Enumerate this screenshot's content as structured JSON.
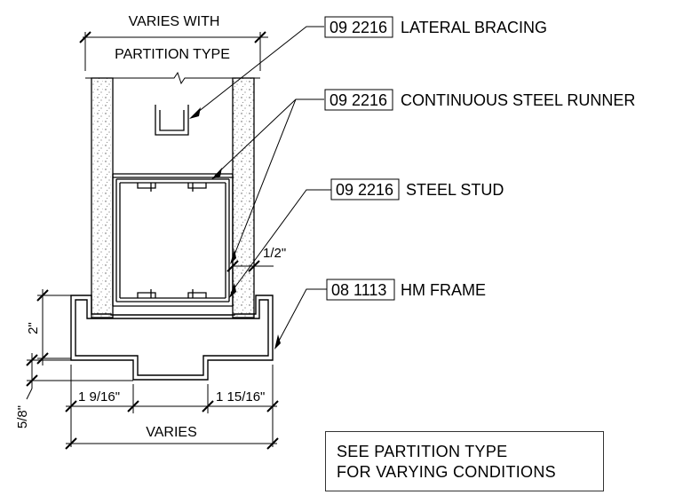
{
  "dimensions": {
    "top_width": [
      "VARIES WITH",
      "PARTITION TYPE"
    ],
    "gap": "1/2\"",
    "frame_depth": "2\"",
    "frame_lip": "5/8\"",
    "left_return": "1 9/16\"",
    "right_return": "1 15/16\"",
    "bottom_width": "VARIES"
  },
  "callouts": [
    {
      "code": "09 2216",
      "label": "LATERAL BRACING"
    },
    {
      "code": "09 2216",
      "label": "CONTINUOUS STEEL RUNNER"
    },
    {
      "code": "09 2216",
      "label": "STEEL STUD"
    },
    {
      "code": "08 1113",
      "label": "HM FRAME"
    }
  ],
  "note": [
    "SEE PARTITION TYPE",
    "FOR VARYING CONDITIONS"
  ]
}
